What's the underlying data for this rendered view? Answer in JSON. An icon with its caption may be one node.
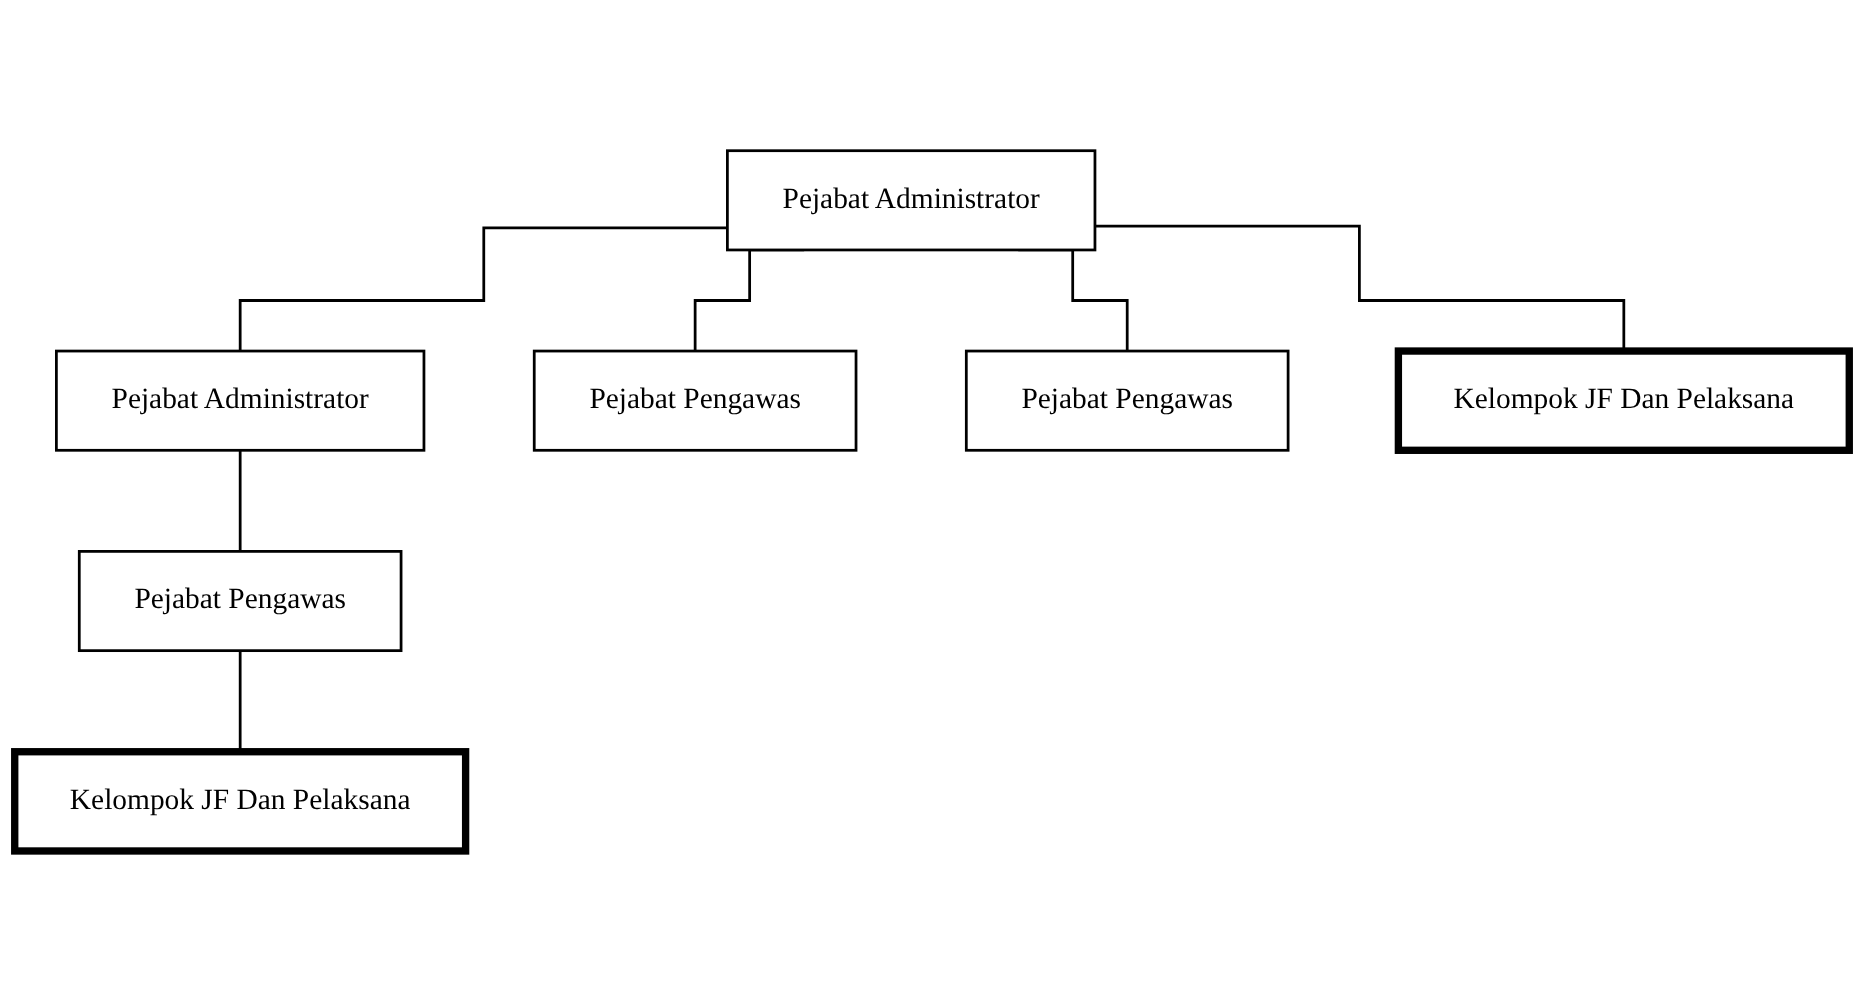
{
  "diagram": {
    "nodes": [
      {
        "text": [
          "Pejabat Administrator"
        ]
      },
      {
        "text": [
          "Pejabat Administrator"
        ]
      },
      {
        "text": [
          "Pejabat Pengawas"
        ]
      },
      {
        "text": [
          "Pejabat Pengawas"
        ]
      },
      {
        "text": [
          "Pejabat Pengawas"
        ]
      },
      {
        "text": [
          "Kelompok JF Dan Pelaksana"
        ]
      },
      {
        "text": [
          "Kelompok JF Dan Pelaksana"
        ]
      }
    ],
    "edges": [
      {
        "from": 0,
        "to": 1,
        "arrow": "none"
      },
      {
        "from": 0,
        "to": 2,
        "arrow": "none"
      },
      {
        "from": 0,
        "to": 3,
        "arrow": "none"
      },
      {
        "from": 0,
        "to": 5,
        "arrow": "none"
      },
      {
        "from": 1,
        "to": 4,
        "arrow": "none"
      },
      {
        "from": 4,
        "to": 6,
        "arrow": "none"
      }
    ]
  }
}
